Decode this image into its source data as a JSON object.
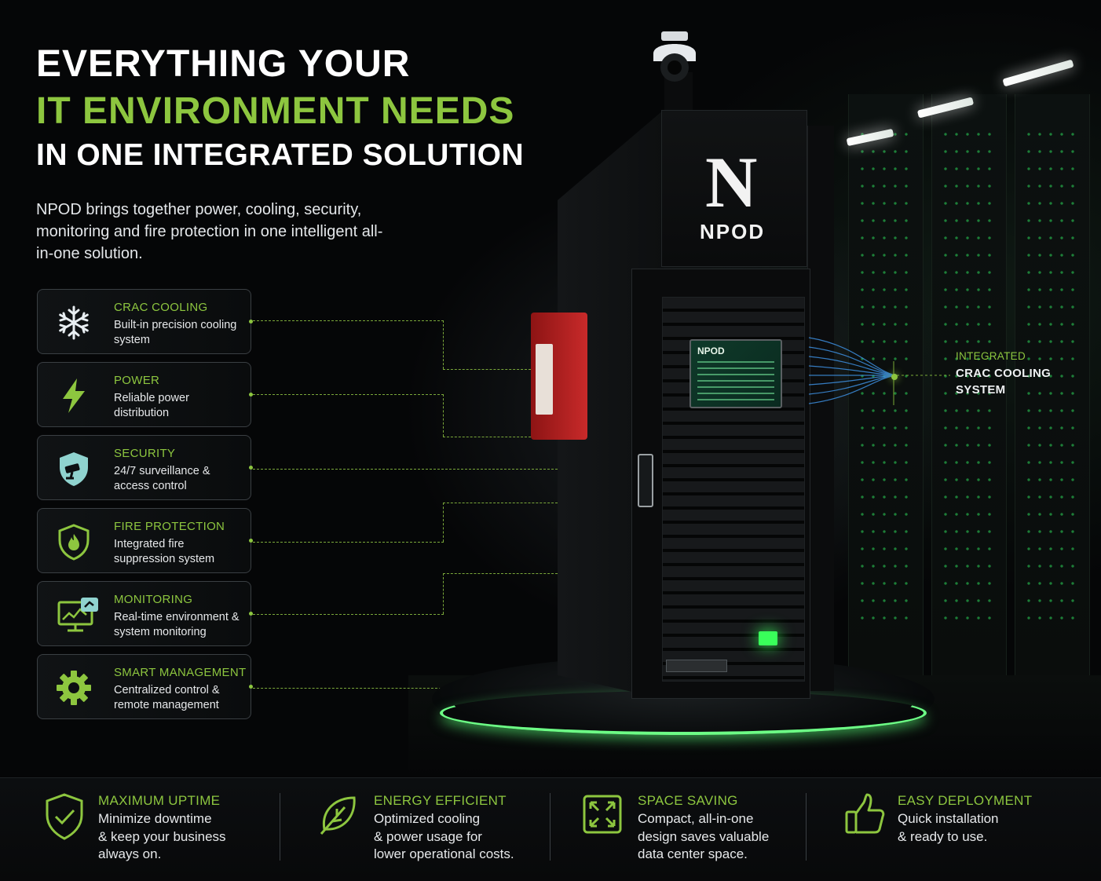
{
  "heading": {
    "line1": "EVERYTHING YOUR",
    "line2": "IT ENVIRONMENT NEEDS",
    "line3": "IN ONE INTEGRATED SOLUTION"
  },
  "intro": "NPOD brings together power, cooling, security, monitoring and fire protection in one intelligent all-in-one solution.",
  "features": [
    {
      "icon": "snowflake-icon",
      "title": "CRAC COOLING",
      "desc": "Built-in precision cooling system"
    },
    {
      "icon": "lightning-bolt-icon",
      "title": "POWER",
      "desc": "Reliable power distribution"
    },
    {
      "icon": "security-camera-shield-icon",
      "title": "SECURITY",
      "desc": "24/7 surveillance & access control"
    },
    {
      "icon": "fire-shield-icon",
      "title": "FIRE PROTECTION",
      "desc": "Integrated fire suppression system"
    },
    {
      "icon": "monitor-chart-icon",
      "title": "MONITORING",
      "desc": "Real-time environment & system monitoring"
    },
    {
      "icon": "gear-icon",
      "title": "SMART MANAGEMENT",
      "desc": "Centralized control & remote management"
    }
  ],
  "product": {
    "logo_letter": "N",
    "logo_text": "NPOD",
    "screen_label": "NPOD"
  },
  "side_label": {
    "kicker": "INTEGRATED",
    "title_line1": "CRAC COOLING",
    "title_line2": "SYSTEM"
  },
  "benefits": [
    {
      "icon": "shield-check-icon",
      "title": "MAXIMUM UPTIME",
      "lines": [
        "Minimize downtime",
        "& keep your business",
        "always on."
      ]
    },
    {
      "icon": "leaf-icon",
      "title": "ENERGY EFFICIENT",
      "lines": [
        "Optimized cooling",
        "& power usage for",
        "lower operational costs."
      ]
    },
    {
      "icon": "expand-arrows-icon",
      "title": "SPACE SAVING",
      "lines": [
        "Compact, all-in-one",
        "design saves valuable",
        "data center space."
      ]
    },
    {
      "icon": "thumbs-up-icon",
      "title": "EASY DEPLOYMENT",
      "lines": [
        "Quick installation",
        "& ready to use."
      ]
    }
  ],
  "colors": {
    "accent": "#8dc63f",
    "background": "#050607",
    "glow": "#6dff86",
    "fire_box": "#c82a2a"
  }
}
